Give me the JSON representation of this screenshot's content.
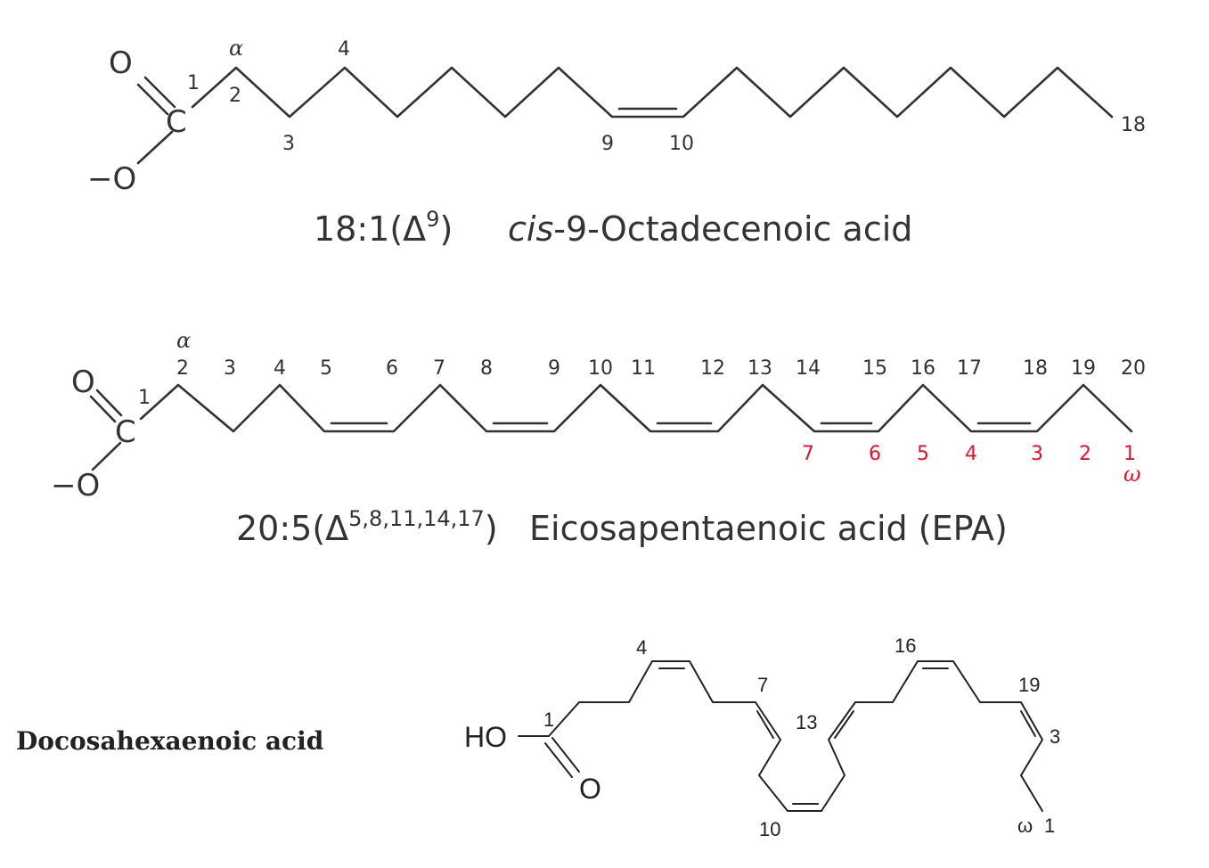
{
  "oleic": {
    "atoms": {
      "carbonyl_o": "O",
      "carbon": "C",
      "anion": "−O"
    },
    "numbers": {
      "c1": "1",
      "c2": "2",
      "c3": "3",
      "c4": "4",
      "c9": "9",
      "c10": "10",
      "c18": "18"
    },
    "alpha": "α",
    "formula_prefix": "18:1(Δ",
    "formula_sup": "9",
    "formula_suffix": ")",
    "name_italic": "cis",
    "name_rest": "-9-Octadecenoic acid"
  },
  "epa": {
    "atoms": {
      "carbonyl_o": "O",
      "carbon": "C",
      "anion": "−O"
    },
    "alpha": "α",
    "c1": "1",
    "numbers_top": [
      "2",
      "3",
      "4",
      "5",
      "6",
      "7",
      "8",
      "9",
      "10",
      "11",
      "12",
      "13",
      "14",
      "15",
      "16",
      "17",
      "18",
      "19",
      "20"
    ],
    "omega_numbers": [
      "7",
      "6",
      "5",
      "4",
      "3",
      "2",
      "1"
    ],
    "omega": "ω",
    "formula_prefix": "20:5(Δ",
    "formula_sup": "5,8,11,14,17",
    "formula_suffix": ")",
    "name": "Eicosapentaenoic acid (EPA)",
    "omega_color": "#e8102a"
  },
  "dha": {
    "name": "Docosahexaenoic acid",
    "ho": "HO",
    "carbonyl_o": "O",
    "numbers": {
      "n1": "1",
      "n4": "4",
      "n7": "7",
      "n10": "10",
      "n13": "13",
      "n16": "16",
      "n19": "19",
      "n3": "3",
      "w1": "1"
    },
    "omega": "ω"
  }
}
